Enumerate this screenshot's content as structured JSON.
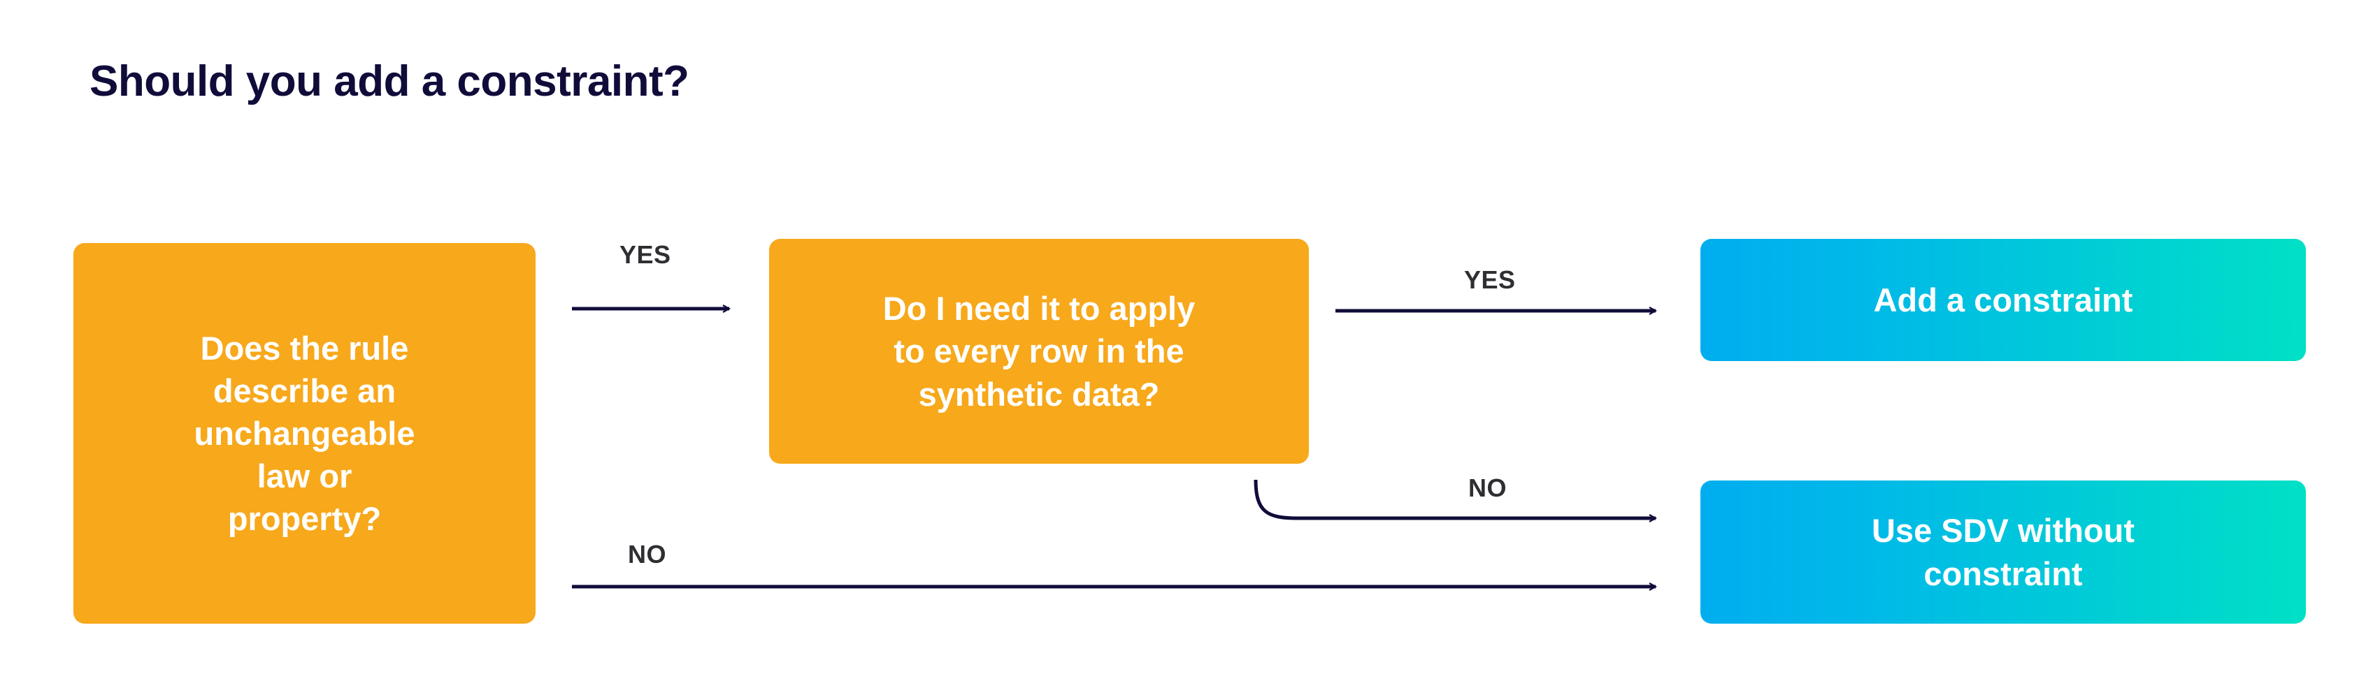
{
  "page": {
    "title": "Should you add a constraint?",
    "background": "#FFFFFF"
  },
  "colors": {
    "title": "#100C3A",
    "decision_box": "#F7A81B",
    "outcome_gradient_start": "#00AEEF",
    "outcome_gradient_end": "#00E0C6",
    "arrow": "#100C3A",
    "edge_label": "#2E2E33",
    "node_text": "#FFFFFF"
  },
  "flowchart": {
    "type": "decision-flowchart",
    "nodes": [
      {
        "id": "rule",
        "kind": "decision",
        "label": "Does the rule\ndescribe an\nunchangeable\nlaw or\nproperty?"
      },
      {
        "id": "everyrow",
        "kind": "decision",
        "label": "Do I need it to apply\nto every row in the\nsynthetic data?"
      },
      {
        "id": "add-constraint",
        "kind": "outcome",
        "label": "Add a constraint"
      },
      {
        "id": "no-constraint",
        "kind": "outcome",
        "label": "Use SDV without\nconstraint"
      }
    ],
    "edges": [
      {
        "id": "yes-1",
        "from": "rule",
        "to": "everyrow",
        "label": "YES",
        "shape": "straight"
      },
      {
        "id": "yes-2",
        "from": "everyrow",
        "to": "add-constraint",
        "label": "YES",
        "shape": "straight"
      },
      {
        "id": "no-2",
        "from": "everyrow",
        "to": "no-constraint",
        "label": "NO",
        "shape": "curved"
      },
      {
        "id": "no-1",
        "from": "rule",
        "to": "no-constraint",
        "label": "NO",
        "shape": "straight"
      }
    ]
  }
}
